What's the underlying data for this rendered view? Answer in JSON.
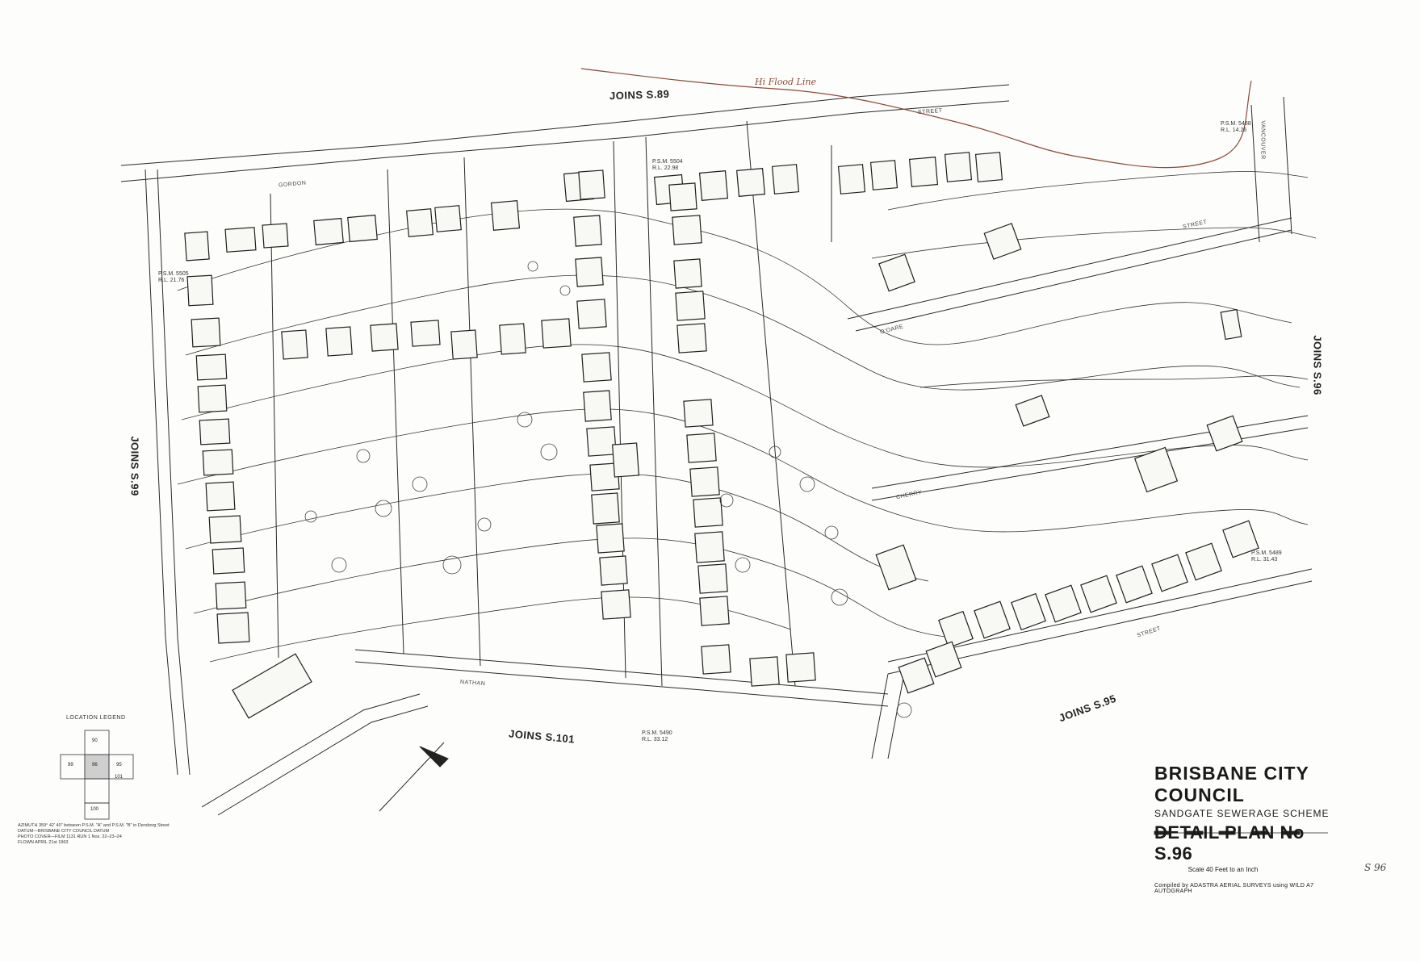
{
  "joins": {
    "north": "JOINS S.89",
    "east": "JOINS S.96",
    "west": "JOINS S.99",
    "southeast": "JOINS S.95",
    "south": "JOINS S.101"
  },
  "streets": {
    "gordon": "GORDON",
    "nathan": "NATHAN",
    "obare": "O'OARE",
    "cherry": "CHERRY",
    "street": "STREET",
    "vancouver": "VANCOUVER"
  },
  "psm_marks": [
    {
      "label": "P.S.M. 5505",
      "rl": "R.L. 21.76"
    },
    {
      "label": "P.S.M. 5504",
      "rl": "R.L. 22.98"
    },
    {
      "label": "P.S.M. 5488",
      "rl": "R.L. 14.26"
    },
    {
      "label": "P.S.M. 5489",
      "rl": "R.L. 31.43"
    },
    {
      "label": "P.S.M. 5490",
      "rl": "R.L. 33.12"
    }
  ],
  "title": {
    "council": "BRISBANE CITY COUNCIL",
    "scheme": "SANDGATE SEWERAGE SCHEME",
    "plan": "DETAIL PLAN No S.96",
    "scale": "Scale 40 Feet to an Inch",
    "compiled": "Compiled by ADASTRA AERIAL SURVEYS using WILD A7 AUTOGRAPH"
  },
  "legend": {
    "title": "LOCATION LEGEND",
    "cells": [
      "90",
      "95",
      "99",
      "96",
      "101",
      "100"
    ]
  },
  "notes": [
    "AZIMUTH 359° 42' 40\" between P.S.M. \"A\" and P.S.M. \"B\" in Dersborg Street",
    "DATUM—BRISBANE CITY COUNCIL DATUM",
    "PHOTO COVER—FILM 1131 RUN 1 Nos. 22–23–24",
    "FLOWN APRIL 21st 1963"
  ],
  "handwritten": {
    "sheet_ref": "S 96",
    "flood_line": "Hi Flood Line"
  },
  "colors": {
    "linework": "#2a2a2a",
    "flood_line": "#8a4a3a",
    "paper": "#fdfdfb"
  }
}
